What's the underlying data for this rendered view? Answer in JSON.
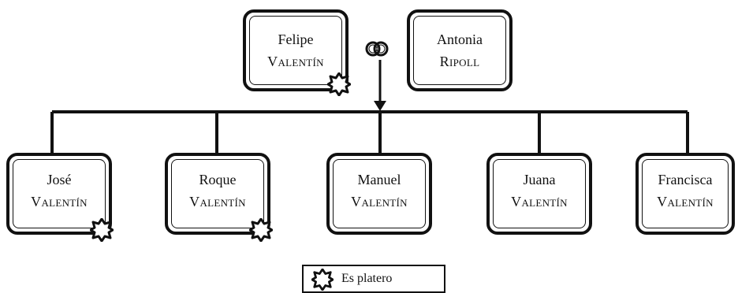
{
  "parents": [
    {
      "first": "Felipe",
      "last": "Valentín",
      "platero": true
    },
    {
      "first": "Antonia",
      "last": "Ripoll",
      "platero": false
    }
  ],
  "children": [
    {
      "first": "José",
      "last": "Valentín",
      "platero": true
    },
    {
      "first": "Roque",
      "last": "Valentín",
      "platero": true
    },
    {
      "first": "Manuel",
      "last": "Valentín",
      "platero": false
    },
    {
      "first": "Juana",
      "last": "Valentín",
      "platero": false
    },
    {
      "first": "Francisca",
      "last": "Valentín",
      "platero": false
    }
  ],
  "legend": {
    "label": "Es platero",
    "icon": "star-badge-icon"
  },
  "marriage_icon": "wedding-rings-icon"
}
